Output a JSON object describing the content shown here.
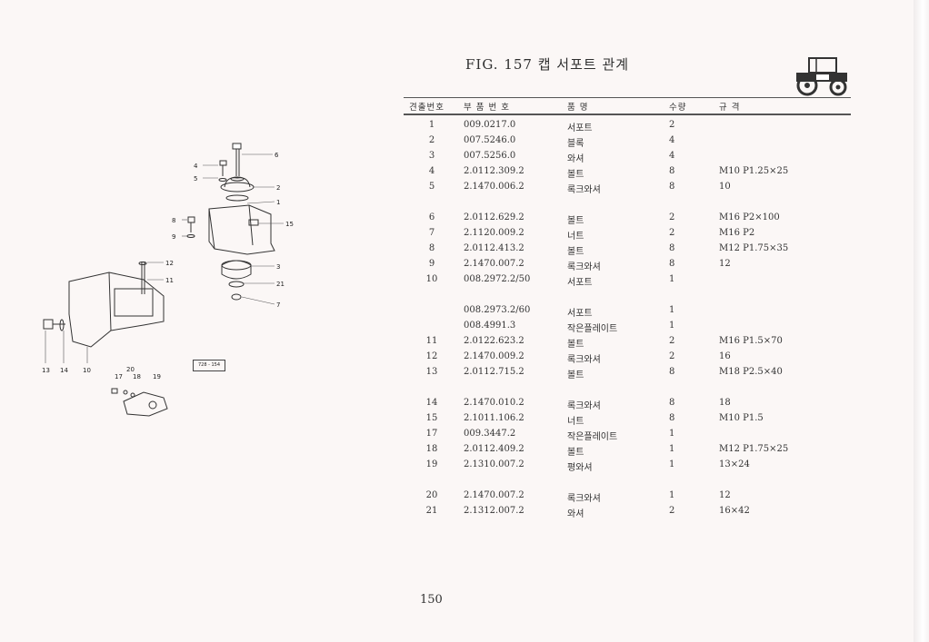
{
  "figure_title": "FIG. 157 캡 서포트 관계",
  "figure_code": "728 - 154",
  "page_number": "150",
  "table_headers": {
    "no": "견출번호",
    "part": "부 품 번 호",
    "name": "품    명",
    "qty": "수량",
    "spec": "규          격"
  },
  "rows": [
    {
      "no": "1",
      "part": "009.0217.0",
      "name": "서포트",
      "qty": "2",
      "spec": "",
      "gap": false
    },
    {
      "no": "2",
      "part": "007.5246.0",
      "name": "블록",
      "qty": "4",
      "spec": "",
      "gap": false
    },
    {
      "no": "3",
      "part": "007.5256.0",
      "name": "와셔",
      "qty": "4",
      "spec": "",
      "gap": false
    },
    {
      "no": "4",
      "part": "2.0112.309.2",
      "name": "볼트",
      "qty": "8",
      "spec": "M10 P1.25×25",
      "gap": false
    },
    {
      "no": "5",
      "part": "2.1470.006.2",
      "name": "록크와셔",
      "qty": "8",
      "spec": "10",
      "gap": false
    },
    {
      "no": "6",
      "part": "2.0112.629.2",
      "name": "볼트",
      "qty": "2",
      "spec": "M16 P2×100",
      "gap": true
    },
    {
      "no": "7",
      "part": "2.1120.009.2",
      "name": "너트",
      "qty": "2",
      "spec": "M16 P2",
      "gap": false
    },
    {
      "no": "8",
      "part": "2.0112.413.2",
      "name": "볼트",
      "qty": "8",
      "spec": "M12 P1.75×35",
      "gap": false
    },
    {
      "no": "9",
      "part": "2.1470.007.2",
      "name": "록크와셔",
      "qty": "8",
      "spec": "12",
      "gap": false
    },
    {
      "no": "10",
      "part": "008.2972.2/50",
      "name": "서포트",
      "qty": "1",
      "spec": "",
      "gap": false
    },
    {
      "no": "",
      "part": "008.2973.2/60",
      "name": "서포트",
      "qty": "1",
      "spec": "",
      "gap": true
    },
    {
      "no": "",
      "part": "008.4991.3",
      "name": "작은플레이트",
      "qty": "1",
      "spec": "",
      "gap": false
    },
    {
      "no": "11",
      "part": "2.0122.623.2",
      "name": "볼트",
      "qty": "2",
      "spec": "M16 P1.5×70",
      "gap": false
    },
    {
      "no": "12",
      "part": "2.1470.009.2",
      "name": "록크와셔",
      "qty": "2",
      "spec": "16",
      "gap": false
    },
    {
      "no": "13",
      "part": "2.0112.715.2",
      "name": "볼트",
      "qty": "8",
      "spec": "M18 P2.5×40",
      "gap": false
    },
    {
      "no": "14",
      "part": "2.1470.010.2",
      "name": "록크와셔",
      "qty": "8",
      "spec": "18",
      "gap": true
    },
    {
      "no": "15",
      "part": "2.1011.106.2",
      "name": "너트",
      "qty": "8",
      "spec": "M10 P1.5",
      "gap": false
    },
    {
      "no": "17",
      "part": "009.3447.2",
      "name": "작은플레이트",
      "qty": "1",
      "spec": "",
      "gap": false
    },
    {
      "no": "18",
      "part": "2.0112.409.2",
      "name": "볼트",
      "qty": "1",
      "spec": "M12 P1.75×25",
      "gap": false
    },
    {
      "no": "19",
      "part": "2.1310.007.2",
      "name": "평와셔",
      "qty": "1",
      "spec": "13×24",
      "gap": false
    },
    {
      "no": "20",
      "part": "2.1470.007.2",
      "name": "록크와셔",
      "qty": "1",
      "spec": "12",
      "gap": true
    },
    {
      "no": "21",
      "part": "2.1312.007.2",
      "name": "와셔",
      "qty": "2",
      "spec": "16×42",
      "gap": false
    }
  ],
  "callouts": [
    "1",
    "2",
    "3",
    "4",
    "5",
    "6",
    "7",
    "8",
    "9",
    "10",
    "11",
    "12",
    "13",
    "14",
    "15",
    "17",
    "18",
    "19",
    "20",
    "21"
  ]
}
